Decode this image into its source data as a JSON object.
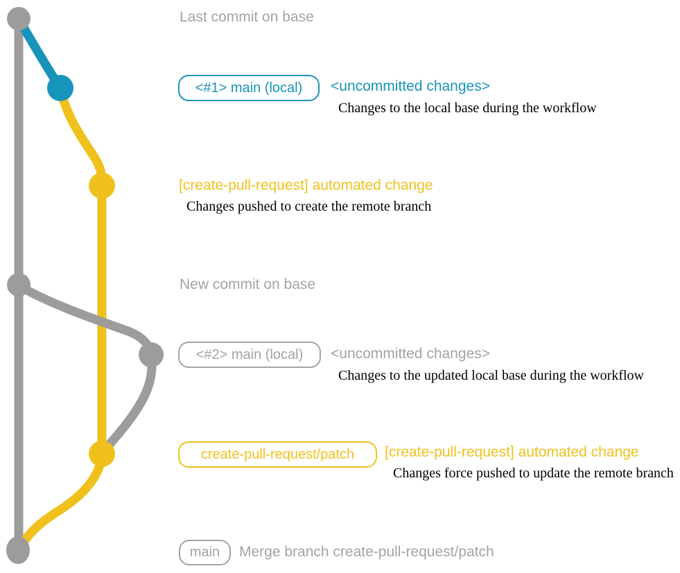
{
  "colors": {
    "gray": "#9c9c9c",
    "gray_text": "#a3a3a3",
    "blue": "#1794ba",
    "yellow": "#f0c11d",
    "description_text": "#000000"
  },
  "graph": {
    "branches": [
      "base (main)",
      "local main",
      "create-pull-request/patch"
    ],
    "icons": {
      "commit_dot": "filled-circle"
    }
  },
  "diagram": {
    "last_commit_label": "Last commit on base",
    "new_commit_label": "New commit on base",
    "step1": {
      "branch_badge": "<#1> main (local)",
      "status": "<uncommitted changes>",
      "description": "Changes to the local base during the workflow"
    },
    "step2": {
      "commit_message": "[create-pull-request] automated change",
      "description": "Changes pushed to create the remote branch"
    },
    "step3": {
      "branch_badge": "<#2> main (local)",
      "status": "<uncommitted changes>",
      "description": "Changes to the updated local base during the workflow"
    },
    "step4": {
      "branch_badge": "create-pull-request/patch",
      "commit_message": "[create-pull-request] automated change",
      "description": "Changes force pushed to update the remote branch"
    },
    "step5": {
      "branch_badge": "main",
      "commit_message": "Merge branch create-pull-request/patch"
    }
  }
}
